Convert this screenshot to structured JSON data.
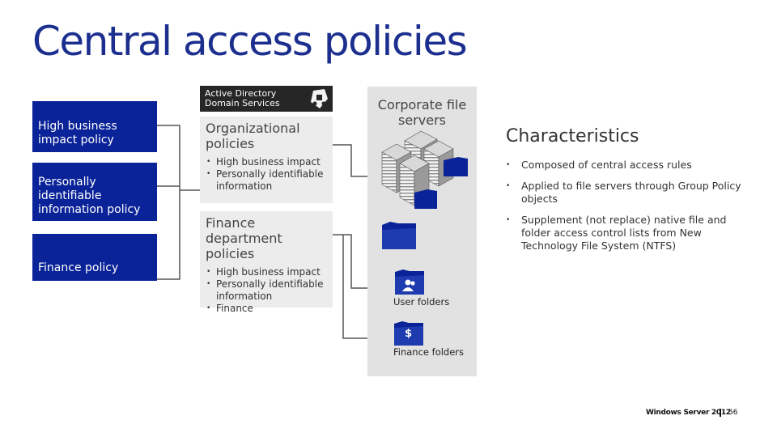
{
  "title": "Central access policies",
  "policies": [
    {
      "label": "High business impact policy"
    },
    {
      "label": "Personally identifiable information policy"
    },
    {
      "label": "Finance policy"
    }
  ],
  "ad": {
    "label": "Active Directory Domain Services"
  },
  "org_policies": {
    "title": "Organizational policies",
    "items": [
      "High business impact",
      "Personally identifiable information"
    ]
  },
  "finance_policies": {
    "title": "Finance department policies",
    "items": [
      "High business impact",
      "Personally identifiable information",
      "Finance"
    ]
  },
  "servers": {
    "title": "Corporate file servers"
  },
  "user_folders": {
    "label": "User folders"
  },
  "finance_folders": {
    "label": "Finance folders",
    "symbol": "$"
  },
  "characteristics": {
    "title": "Characteristics",
    "items": [
      "Composed of central access rules",
      "Applied to file servers through Group Policy objects",
      "Supplement (not replace) native file and folder access control lists from New Technology File System (NTFS)"
    ]
  },
  "footer": {
    "brand": "Windows Server 2012",
    "page": "56"
  },
  "colors": {
    "policy_blue": "#0a2398",
    "title_blue": "#1c2f8f",
    "folder_blue": "#0a2398"
  }
}
